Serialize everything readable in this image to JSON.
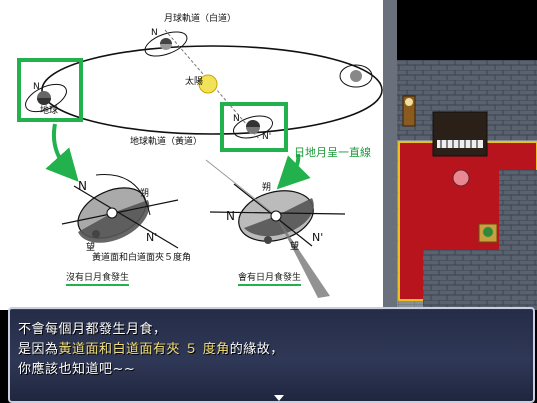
{
  "diagram": {
    "moon_orbit_label": "月球軌道（白道）",
    "sun_label": "太陽",
    "earth_label": "地球",
    "earth_orbit_label": "地球軌道（黃道）",
    "alignment_label": "日地月呈一直線",
    "node_n": "N",
    "node_n_prime": "N'",
    "new_moon": "朔",
    "full_moon": "望",
    "inclination_note": "黃道面和白道面夾５度角",
    "caption_left": "沒有日月食發生",
    "caption_right": "會有日月食發生"
  },
  "dialog": {
    "line1": "不會每個月都發生月食，",
    "line2_pre": "是因為",
    "line2_highlight": "黃道面和白道面有夾 ５ 度角",
    "line2_post": "的緣故，",
    "line3": "你應該也知道吧~~"
  },
  "colors": {
    "highlight_frame": "#22b14c",
    "carpet": "#b8141e",
    "dialog_text_highlight": "#f4e07a"
  }
}
